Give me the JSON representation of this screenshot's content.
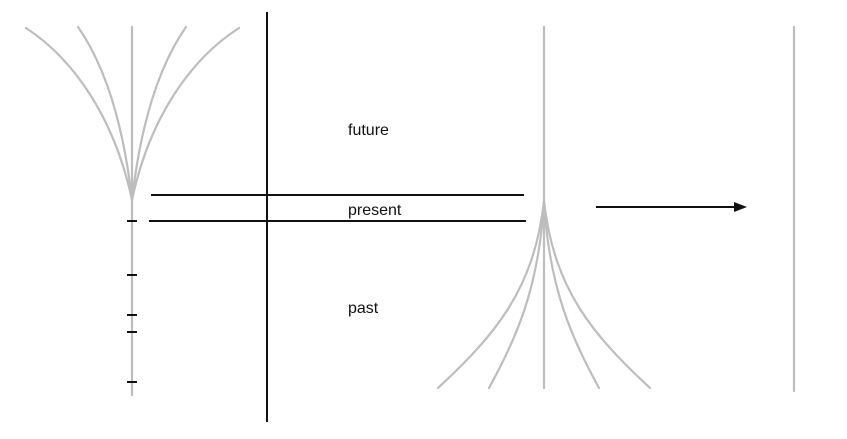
{
  "labels": {
    "future": "future",
    "present": "present",
    "past": "past"
  },
  "colors": {
    "stroke_dark": "#111111",
    "stroke_gray": "#bdbdbd",
    "background": "#ffffff"
  }
}
